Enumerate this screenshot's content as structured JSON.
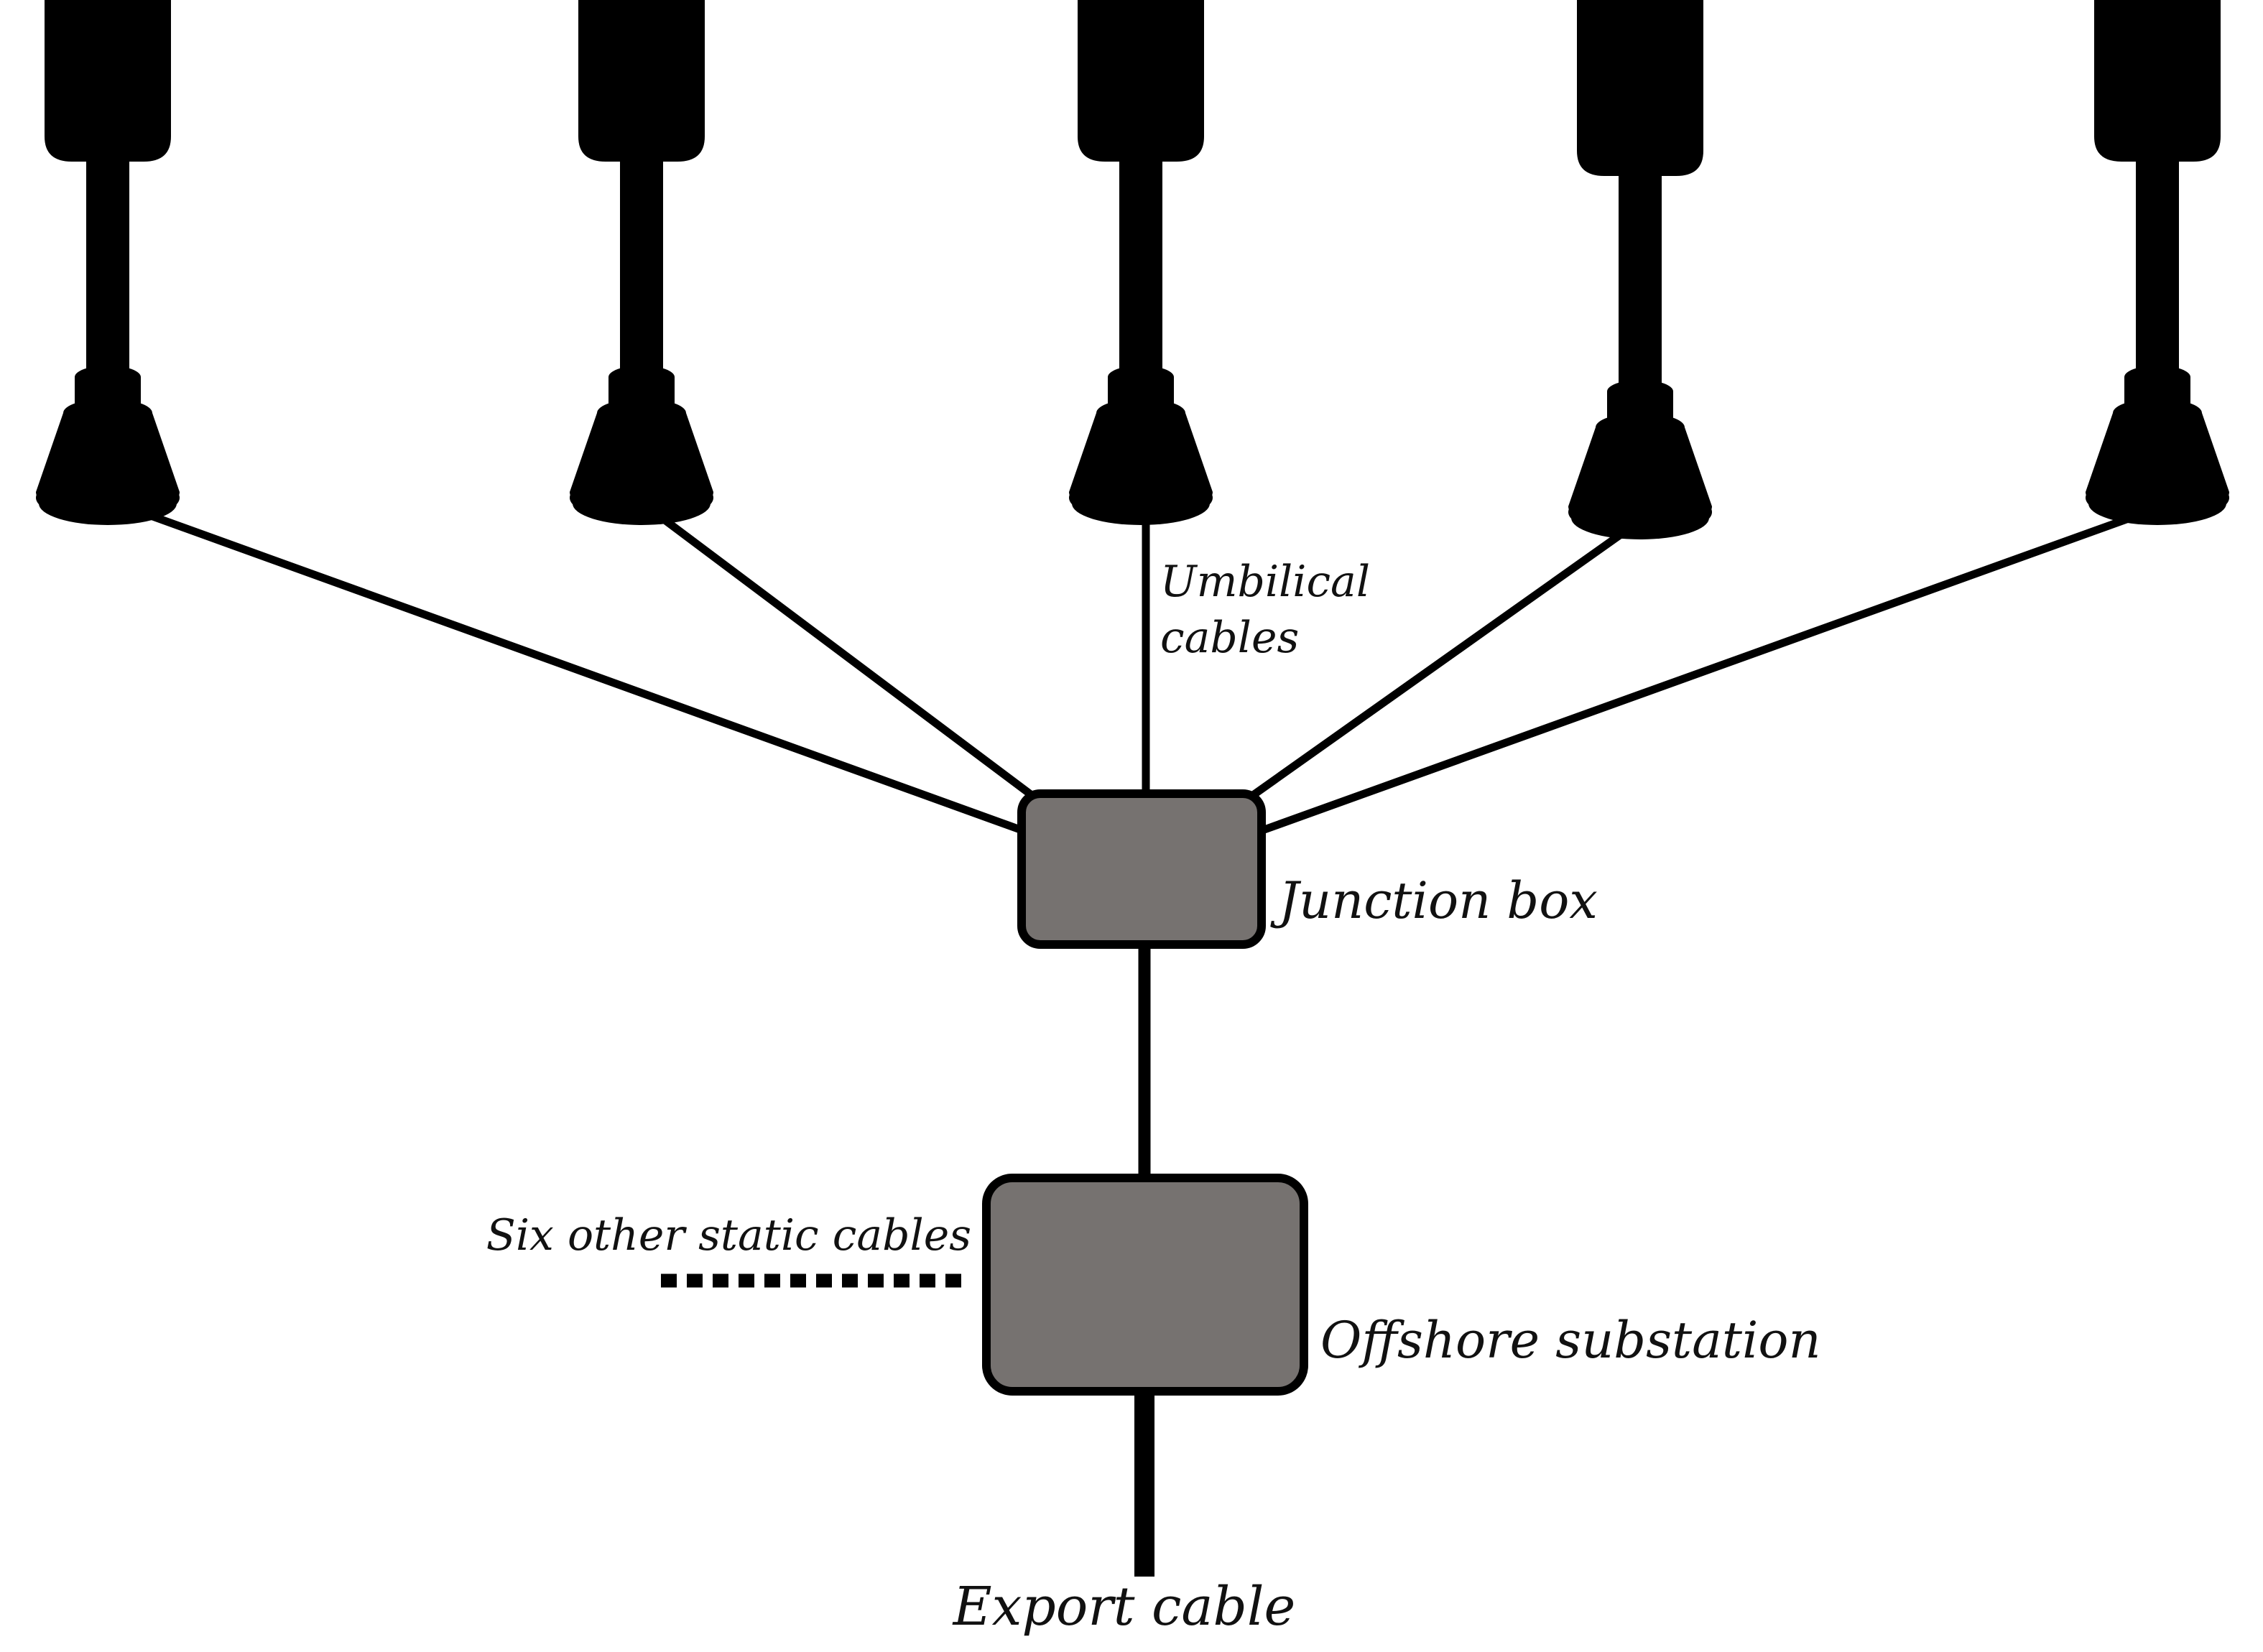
{
  "labels": {
    "umbilical_line1": "Umbilical",
    "umbilical_line2": "cables",
    "junction_box": "Junction box",
    "offshore_substation": "Offshore substation",
    "six_other_cables": "Six other static cables",
    "export_cable": "Export cable"
  },
  "colors": {
    "box_fill": "#767270",
    "line": "#000000",
    "outline": "#1a1a1a"
  },
  "devices": [
    {
      "name": "wave-energy-converter-1"
    },
    {
      "name": "wave-energy-converter-2"
    },
    {
      "name": "wave-energy-converter-3"
    },
    {
      "name": "wave-energy-converter-4"
    },
    {
      "name": "wave-energy-converter-5"
    }
  ]
}
